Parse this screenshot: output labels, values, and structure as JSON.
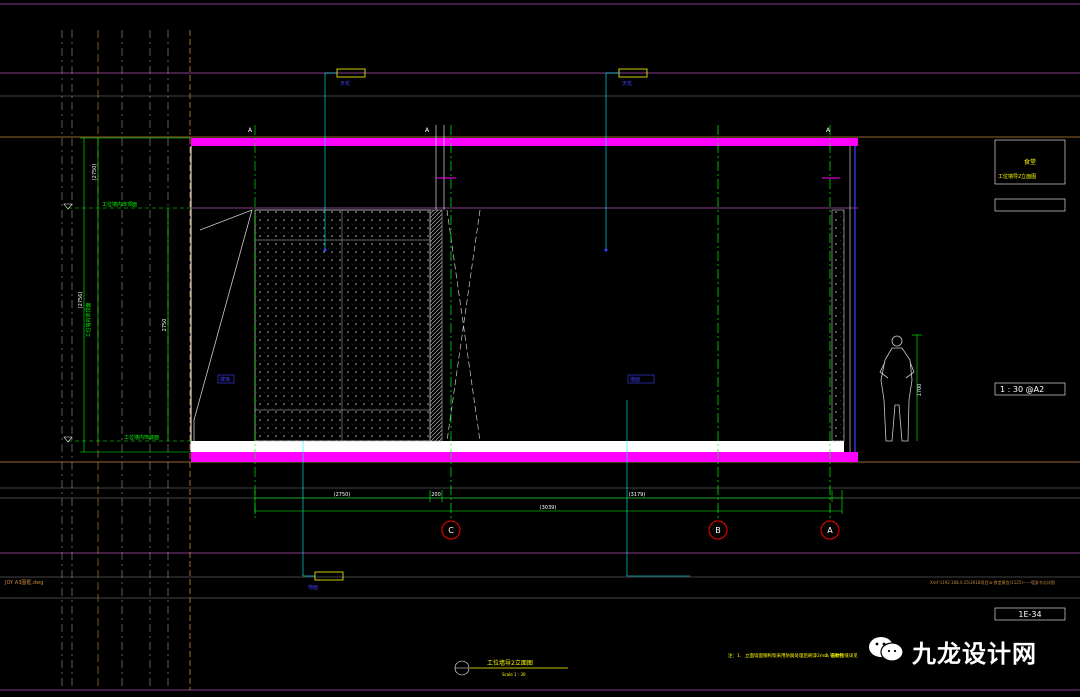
{
  "drawing": {
    "left_label": "JOY A3图框.dwg",
    "right_path": "Xref \\\\192.168.0.25\\2018项目\\a-食堂黄宫(1125)——墙身节点详图",
    "scale_box": "1 : 30  @A2",
    "sheet_number": "1E-34",
    "title_block_line1": "食堂",
    "title_block_line2": "工位墙导2立面图",
    "view_title": "工位墙导2立面图",
    "view_scale": "Scale 1 : 30",
    "tag_ceiling": "天花",
    "tag_wall": "墙面",
    "tag_floor": "地面",
    "tag_glass": "玻璃",
    "dim_h_total": "(3039)",
    "dim_h1": "(2750)",
    "dim_h2": "200",
    "dim_h3": "(3179)",
    "dim_v_total": "(2756)",
    "dim_v_upper": "(2750)",
    "dim_v_mid": "2750",
    "dim_v_person": "1700",
    "level_top": "工位墙内饰顶面",
    "level_bottom": "工位墙内饰底面",
    "note_prefix": "注：1.",
    "note_text": "立面墙面钢构架采用防腐处理后刷漆2mm 钢板包",
    "note_tail": "2.   石材接缝详见",
    "grid_c": "C",
    "grid_b": "B",
    "grid_a": "A"
  },
  "watermark": {
    "text": "九龙设计网"
  },
  "colors": {
    "magenta": "#ff00ff",
    "cyan": "#00ffff",
    "green": "#00ff00",
    "yellow": "#ffff00",
    "white": "#ffffff",
    "blue": "#4040ff",
    "red": "#ff0000",
    "orange": "#c88a3c",
    "purple": "#8a3c8a"
  }
}
